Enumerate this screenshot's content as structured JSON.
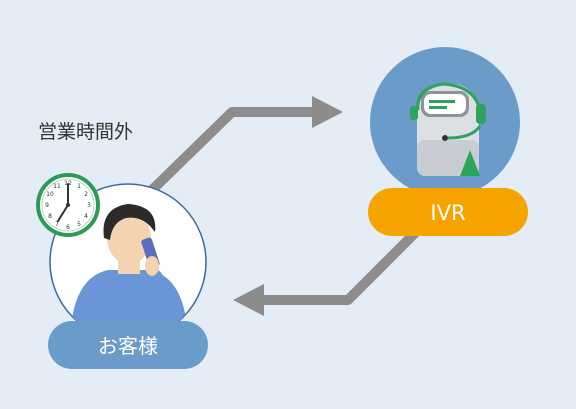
{
  "caption": "営業時間外",
  "customer": {
    "label": "お客様"
  },
  "ivr": {
    "label": "IVR"
  },
  "colors": {
    "background": "#e4ecf5",
    "arrow": "#8c8c8c",
    "ivr_circle": "#6a9bc9",
    "ivr_pill": "#f7a400",
    "customer_pill": "#6a9bc9",
    "customer_circle_stroke": "#3e6aa6",
    "clock_ring": "#2e9a5a",
    "robot_accent": "#2ea35c"
  },
  "icons": [
    "clock-icon",
    "person-on-phone-icon",
    "robot-operator-icon",
    "arrow-to-ivr-icon",
    "arrow-to-customer-icon"
  ]
}
